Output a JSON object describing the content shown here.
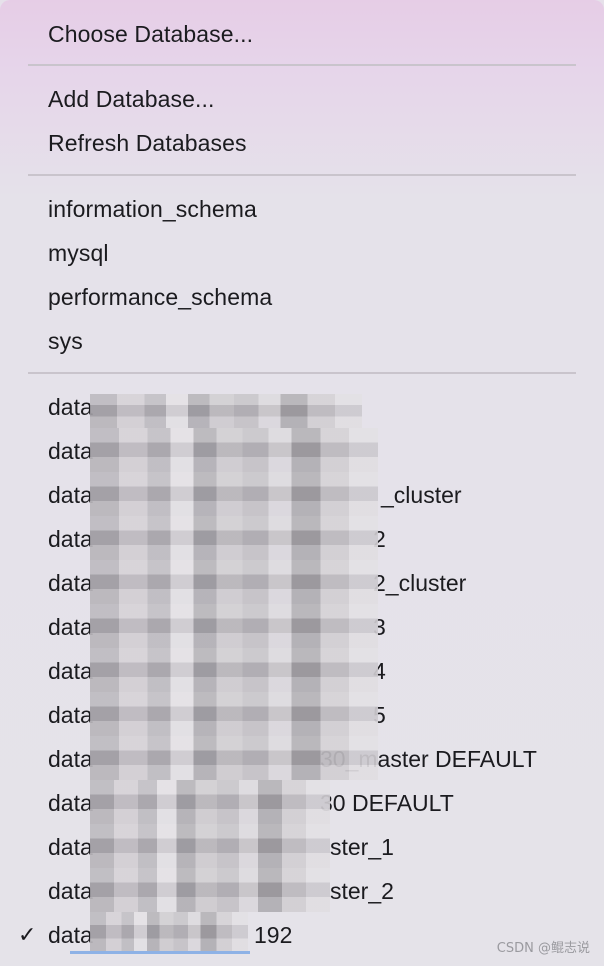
{
  "menu": {
    "choose_database": "Choose Database...",
    "add_database": "Add Database...",
    "refresh_databases": "Refresh Databases",
    "system_dbs": [
      "information_schema",
      "mysql",
      "performance_schema",
      "sys"
    ],
    "user_dbs": [
      {
        "prefix": "data",
        "suffix": ""
      },
      {
        "prefix": "data",
        "suffix": ""
      },
      {
        "prefix": "data",
        "suffix": "_cluster"
      },
      {
        "prefix": "data",
        "suffix": "2"
      },
      {
        "prefix": "data",
        "suffix": "2_cluster"
      },
      {
        "prefix": "data",
        "suffix": "3"
      },
      {
        "prefix": "data",
        "suffix": "4"
      },
      {
        "prefix": "data",
        "suffix": "5"
      },
      {
        "prefix": "data",
        "suffix": "30_master DEFAULT"
      },
      {
        "prefix": "data",
        "suffix": "30 DEFAULT"
      },
      {
        "prefix": "data",
        "suffix": "ster_1"
      },
      {
        "prefix": "data",
        "suffix": "ster_2"
      },
      {
        "prefix": "data",
        "suffix": "192",
        "selected": true
      }
    ],
    "checkmark": "✓"
  },
  "watermark": "CSDN @鲲志说",
  "icons": {
    "selected": "checkmark-icon"
  }
}
